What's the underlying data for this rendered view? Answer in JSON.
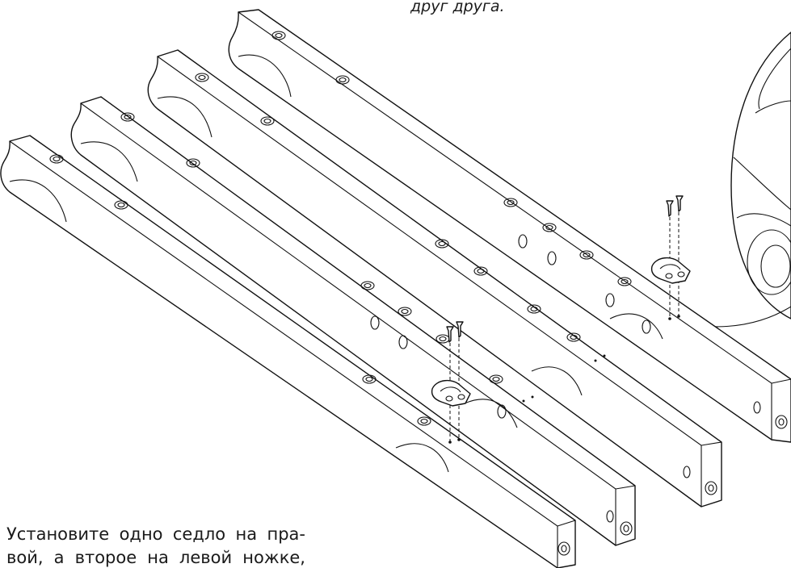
{
  "captions": {
    "top": "друг друга.",
    "bottom_line_1": "Установите одно седло на пра-",
    "bottom_line_2": "вой, а второе на левой ножке, ис-"
  },
  "colors": {
    "line": "#111111",
    "background": "#ffffff"
  },
  "icons": {
    "screw": "screw-icon",
    "saddle": "saddle-bracket-icon"
  }
}
